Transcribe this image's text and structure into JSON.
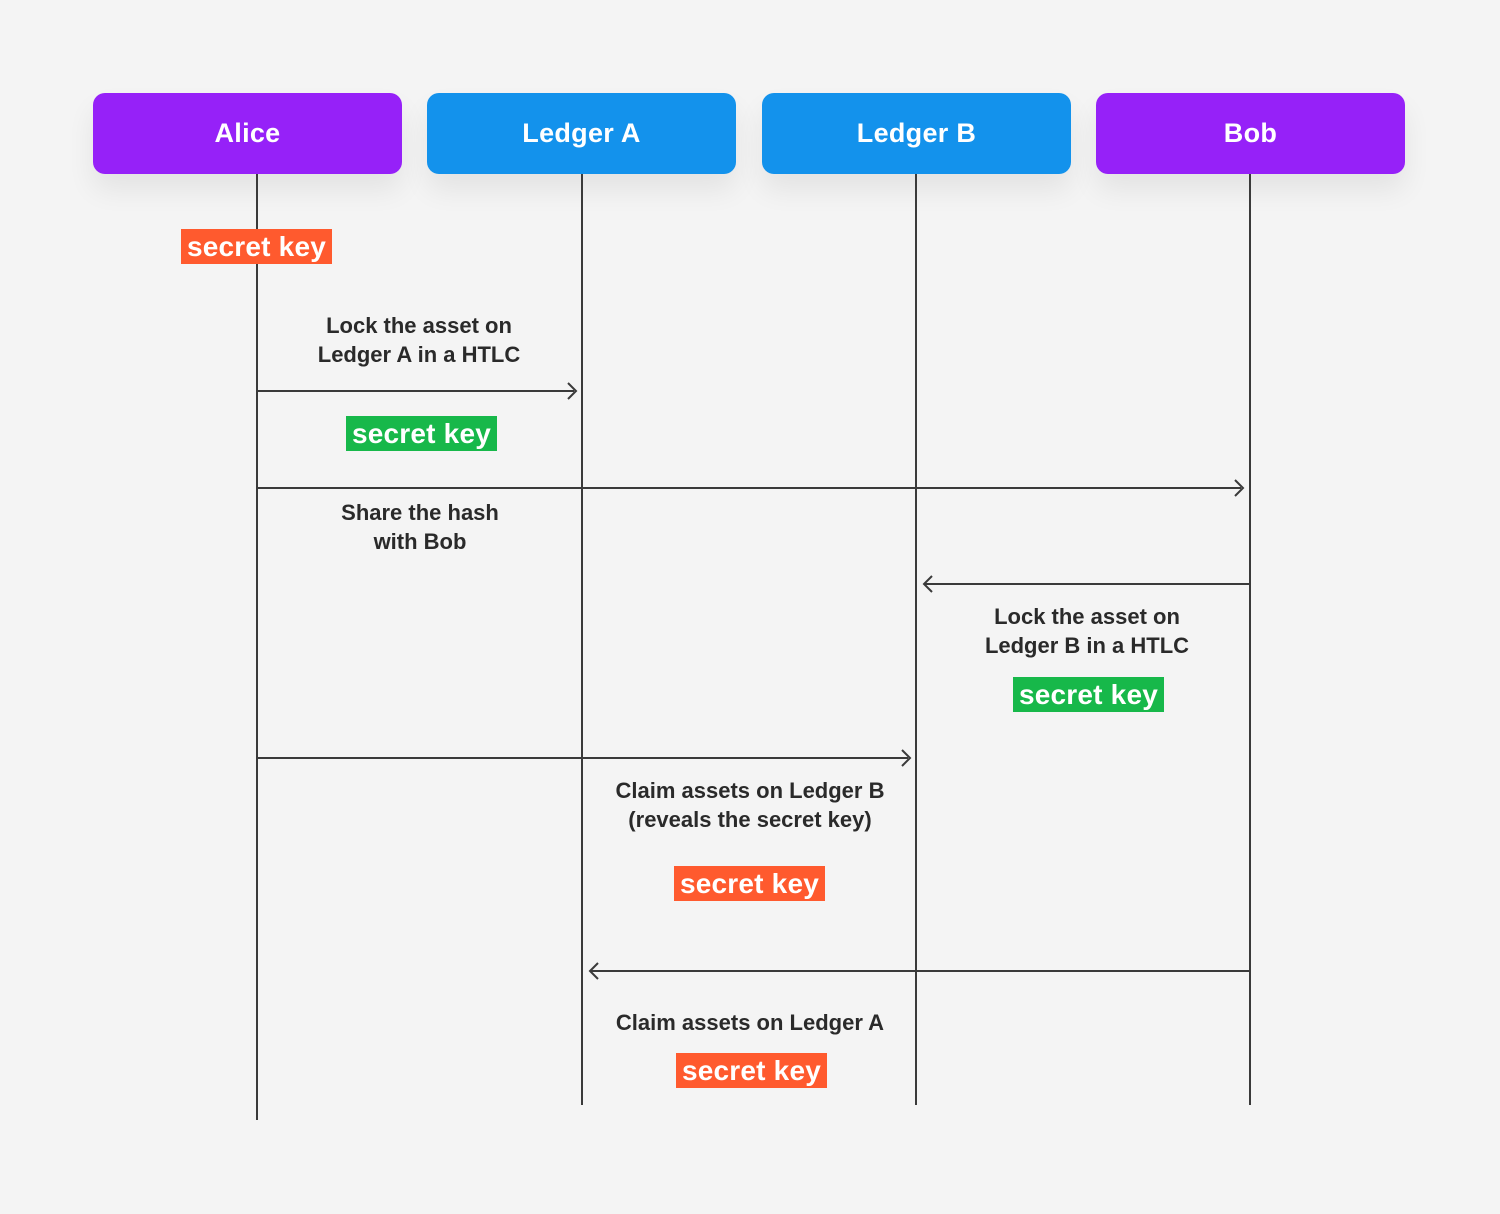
{
  "colors": {
    "actor_person": "#9621f8",
    "actor_ledger": "#1392ec",
    "key_secret": "#ff5a2e",
    "key_hash": "#17b84a"
  },
  "actors": {
    "alice": "Alice",
    "ledger_a": "Ledger A",
    "ledger_b": "Ledger B",
    "bob": "Bob"
  },
  "messages": {
    "lock_a": [
      "Lock the asset on",
      "Ledger A in a HTLC"
    ],
    "share_hash": [
      "Share the hash",
      "with Bob"
    ],
    "lock_b": [
      "Lock the asset on",
      "Ledger B in a HTLC"
    ],
    "claim_b": [
      "Claim assets on Ledger B",
      "(reveals the secret key)"
    ],
    "claim_a": "Claim assets on Ledger A"
  },
  "keys": {
    "alice_secret": "secret key",
    "hash_a": "secret key",
    "hash_b": "secret key",
    "revealed_b": "secret key",
    "revealed_a": "secret key"
  }
}
